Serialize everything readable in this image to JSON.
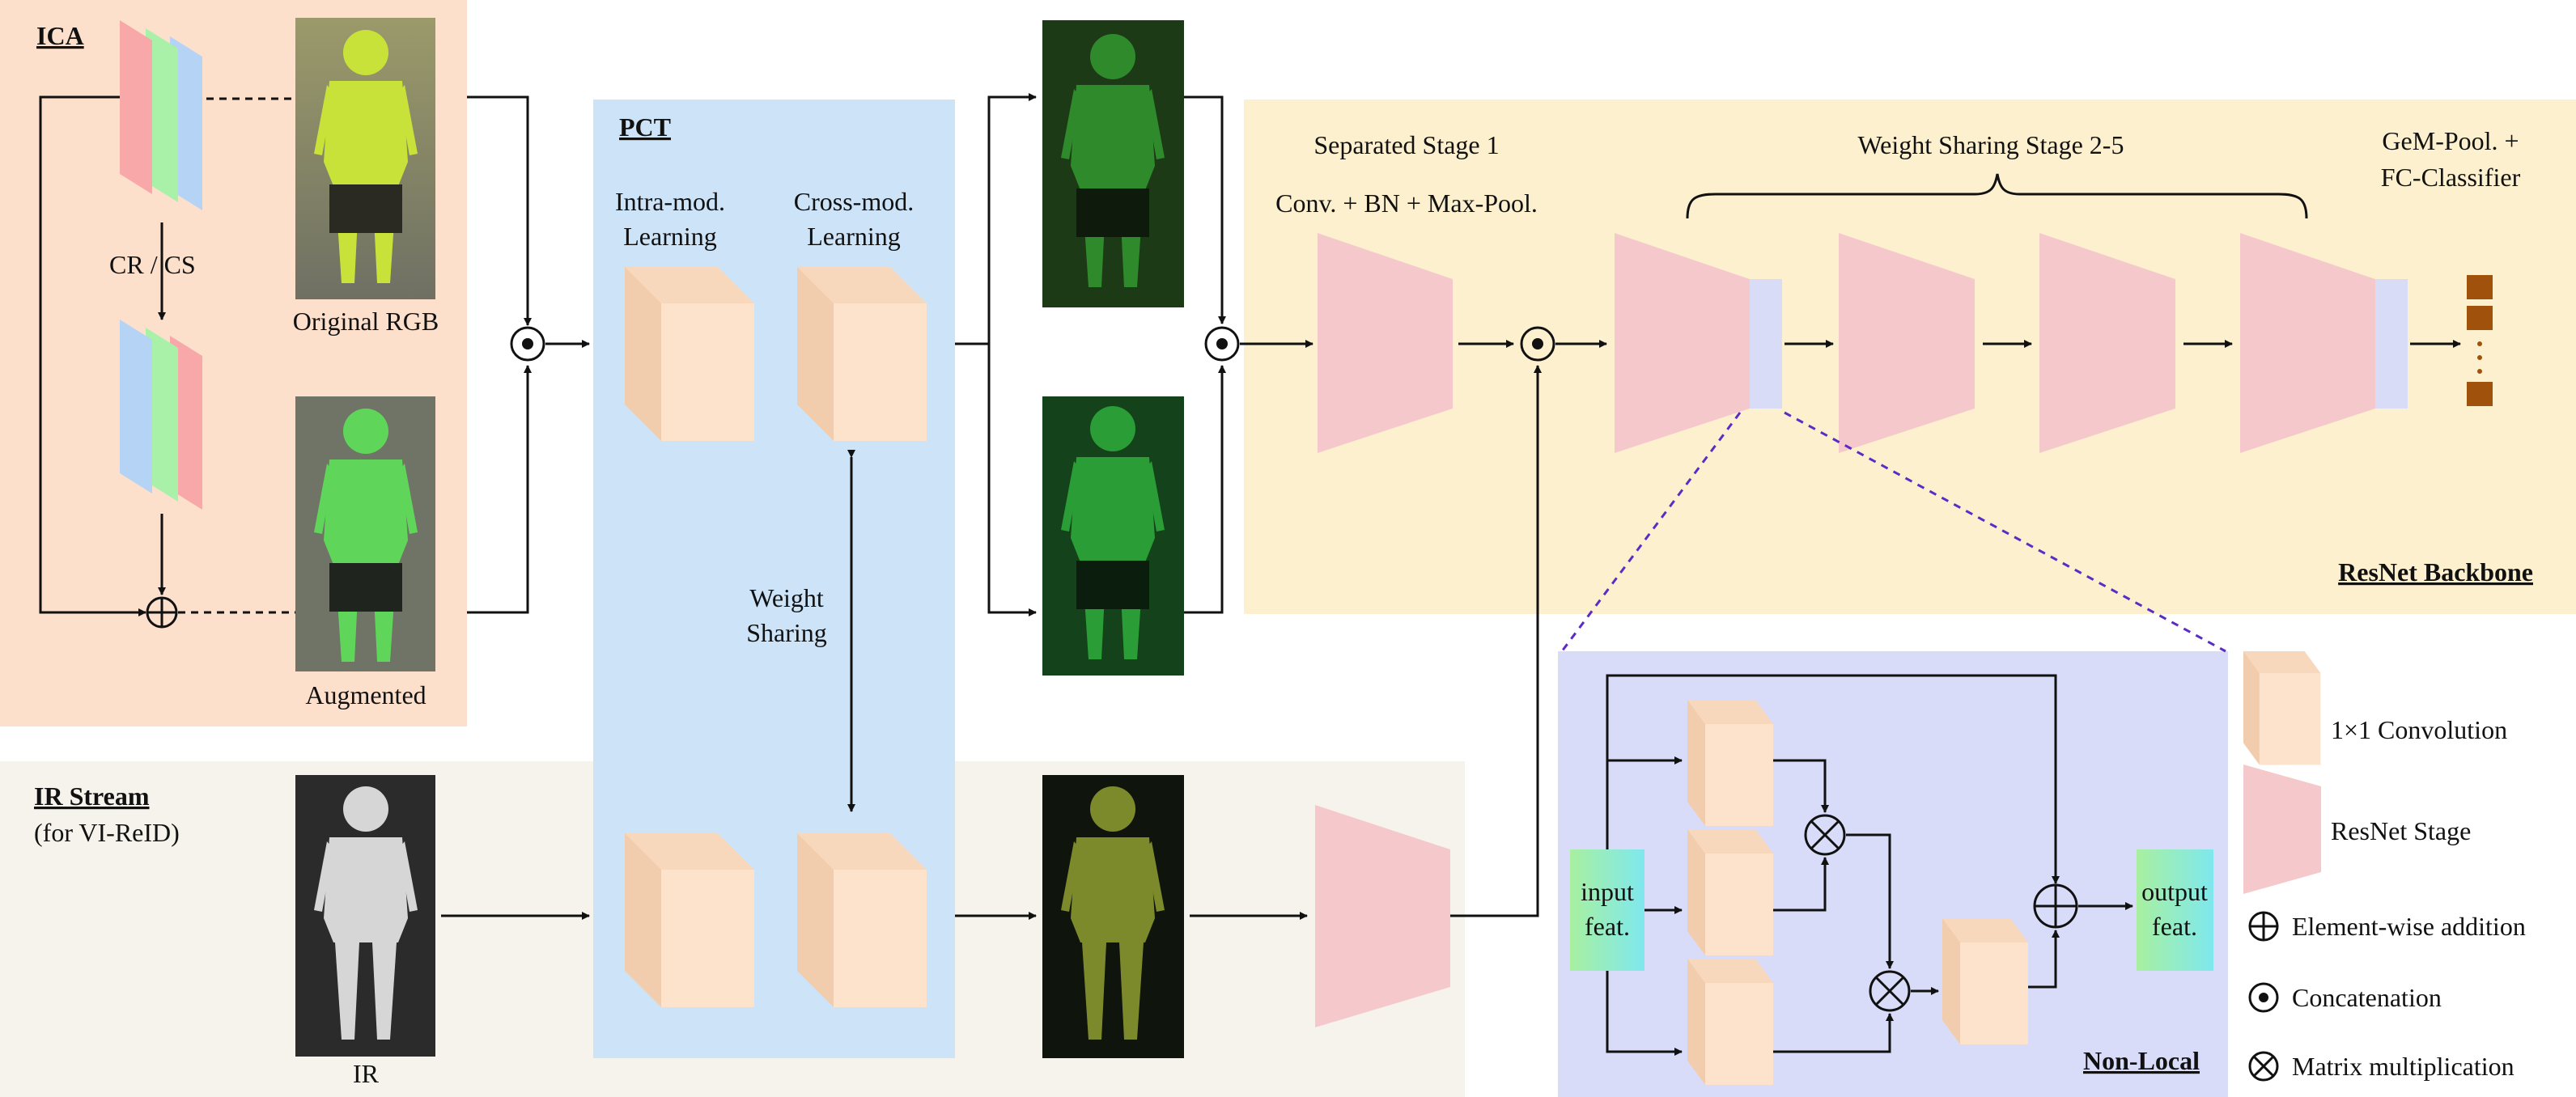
{
  "ica": {
    "title": "ICA",
    "cr_cs": "CR / CS",
    "original_label": "Original RGB",
    "augmented_label": "Augmented"
  },
  "pct": {
    "title": "PCT",
    "intra_label_1": "Intra-mod.",
    "intra_label_2": "Learning",
    "cross_label_1": "Cross-mod.",
    "cross_label_2": "Learning",
    "weight_sharing_1": "Weight",
    "weight_sharing_2": "Sharing"
  },
  "ir_stream": {
    "title": "IR Stream",
    "subtitle": "(for VI-ReID)",
    "ir_label": "IR"
  },
  "backbone": {
    "title": "ResNet Backbone",
    "stage1_label": "Separated Stage 1",
    "stage1_ops": "Conv. + BN + Max-Pool.",
    "shared_label": "Weight Sharing Stage 2-5",
    "head_label_1": "GeM-Pool. +",
    "head_label_2": "FC-Classifier"
  },
  "nonlocal": {
    "title": "Non-Local",
    "input_1": "input",
    "input_2": "feat.",
    "output_1": "output",
    "output_2": "feat."
  },
  "legend": {
    "conv": "1×1 Convolution",
    "stage": "ResNet Stage",
    "add": "Element-wise addition",
    "concat": "Concatenation",
    "matmul": "Matrix multiplication"
  },
  "colors": {
    "ica_bg": "#fde0cc",
    "pct_bg": "#cde4f8",
    "ir_bg": "#f6f3ec",
    "backbone_bg": "#fdf0cf",
    "nonlocal_bg": "#d8dcf8",
    "stage_fill": "#f5c9cb",
    "cube_front": "#fde3cc",
    "cube_side": "#f1cdad"
  }
}
